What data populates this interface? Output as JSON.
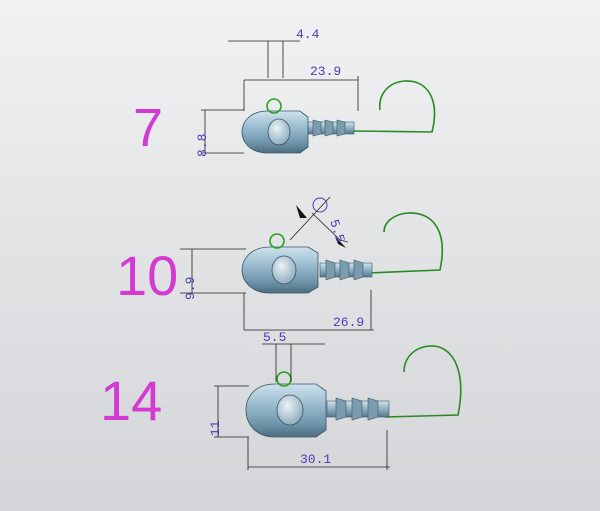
{
  "jigs": [
    {
      "size_label": "7",
      "dims": {
        "eye_offset": "4.4",
        "length": "23.9",
        "height": "8.8"
      }
    },
    {
      "size_label": "10",
      "dims": {
        "eye_diameter": "5.5",
        "length": "26.9",
        "height": "9.9"
      }
    },
    {
      "size_label": "14",
      "dims": {
        "eye_offset": "5.5",
        "length": "30.1",
        "height": "11"
      }
    }
  ],
  "colors": {
    "size_label": "#d23ad2",
    "dimension_text": "#4a3fb0",
    "head_body": "#7fa9c0",
    "hook_wire": "#2a8a22"
  }
}
